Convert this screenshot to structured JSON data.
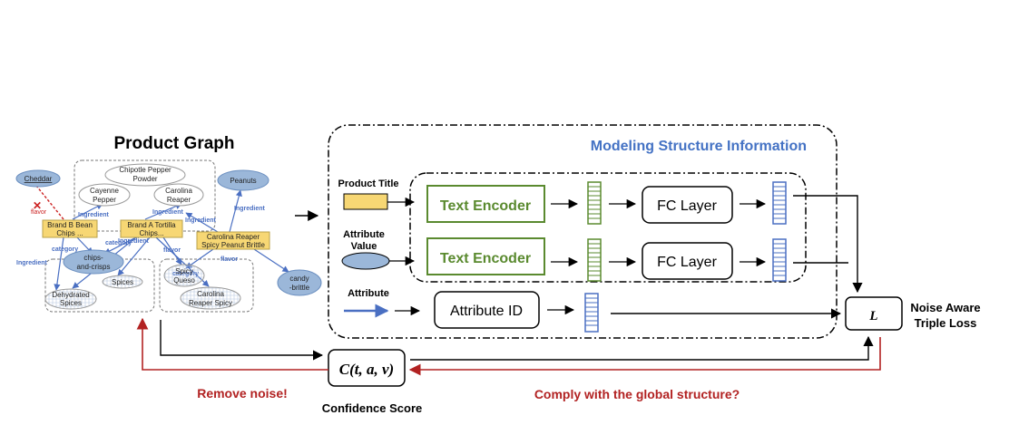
{
  "left": {
    "title": "Product Graph",
    "nodes": {
      "cheddar": "Cheddar",
      "chipotle_1": "Chipotle Pepper",
      "chipotle_2": "Powder",
      "cayenne_1": "Cayenne",
      "cayenne_2": "Pepper",
      "carolina_1": "Carolina",
      "carolina_2": "Reaper",
      "peanuts": "Peanuts",
      "brand_b_1": "Brand B Bean",
      "brand_b_2": "Chips ...",
      "brand_a_1": "Brand A Tortilla",
      "brand_a_2": "Chips...",
      "reaper_brittle_1": "Carolina Reaper",
      "reaper_brittle_2": "Spicy Peanut Brittle",
      "chips_1": "chips-",
      "chips_2": "and-crisps",
      "spices": "Spices",
      "dehydrated_1": "Dehydrated",
      "dehydrated_2": "Spices",
      "spicy_queso_1": "Spicy",
      "spicy_queso_2": "Queso",
      "reaper_spicy_1": "Carolina",
      "reaper_spicy_2": "Reaper Spicy",
      "candy_1": "candy",
      "candy_2": "-brittle"
    },
    "edges": {
      "flavor_red": "flavor",
      "ingredient_1": "Ingredient",
      "ingredient_2": "Ingredient",
      "ingredient_3": "Ingredient",
      "ingredient_4": "Ingredient",
      "ingredient_5": "Ingredient",
      "ingredient_6": "Ingredient",
      "category_1": "category",
      "category_2": "category",
      "category_3": "category",
      "flavor_1": "flavor",
      "flavor_2": "flavor"
    }
  },
  "modeling": {
    "title": "Modeling Structure Information",
    "product_title_label": "Product Title",
    "attribute_value_label_1": "Attribute",
    "attribute_value_label_2": "Value",
    "attribute_label": "Attribute",
    "text_encoder_1": "Text Encoder",
    "text_encoder_2": "Text Encoder",
    "fc_layer_1": "FC Layer",
    "fc_layer_2": "FC Layer",
    "attribute_id": "Attribute ID"
  },
  "loss": {
    "symbol": "L",
    "label_1": "Noise Aware",
    "label_2": "Triple Loss"
  },
  "confidence": {
    "formula": "C(t, a, v)",
    "label": "Confidence Score",
    "remove_noise": "Remove noise!",
    "comply": "Comply with the global structure?"
  },
  "colors": {
    "encoder_green": "#5a8a2f",
    "vector_blue": "#4a6fc2",
    "title_blue": "#4472c4",
    "node_blue": "#9bb7d9",
    "node_yellow": "#f7d774",
    "feedback_red": "#b22222"
  }
}
